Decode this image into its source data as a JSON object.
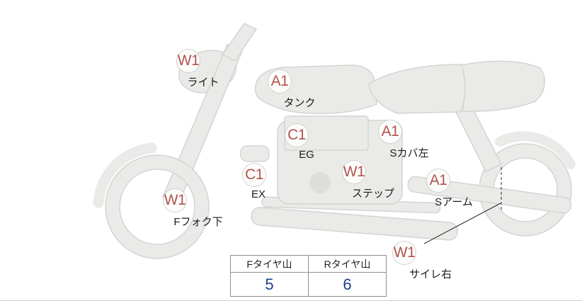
{
  "diagram_title": "motorcycle-condition-diagram",
  "markers": [
    {
      "code": "W1",
      "label": "ライト"
    },
    {
      "code": "A1",
      "label": "タンク"
    },
    {
      "code": "C1",
      "label": "EG"
    },
    {
      "code": "A1",
      "label": "Sカバ左"
    },
    {
      "code": "C1",
      "label": "EX"
    },
    {
      "code": "W1",
      "label": "ステップ"
    },
    {
      "code": "A1",
      "label": "Sアーム"
    },
    {
      "code": "W1",
      "label": "Fフォク下"
    },
    {
      "code": "W1",
      "label": "サイレ右"
    }
  ],
  "tire_table": {
    "headers": [
      "Fタイヤ山",
      "Rタイヤ山"
    ],
    "values": [
      "5",
      "6"
    ]
  },
  "colors": {
    "marker_text": "#b2534e",
    "marker_circle_border": "#d0d0ce",
    "tire_value_text": "#1d3e91",
    "table_border": "#8f8f8f",
    "bike_fill": "#eaeae8",
    "bike_outline": "#d4d4d2"
  }
}
